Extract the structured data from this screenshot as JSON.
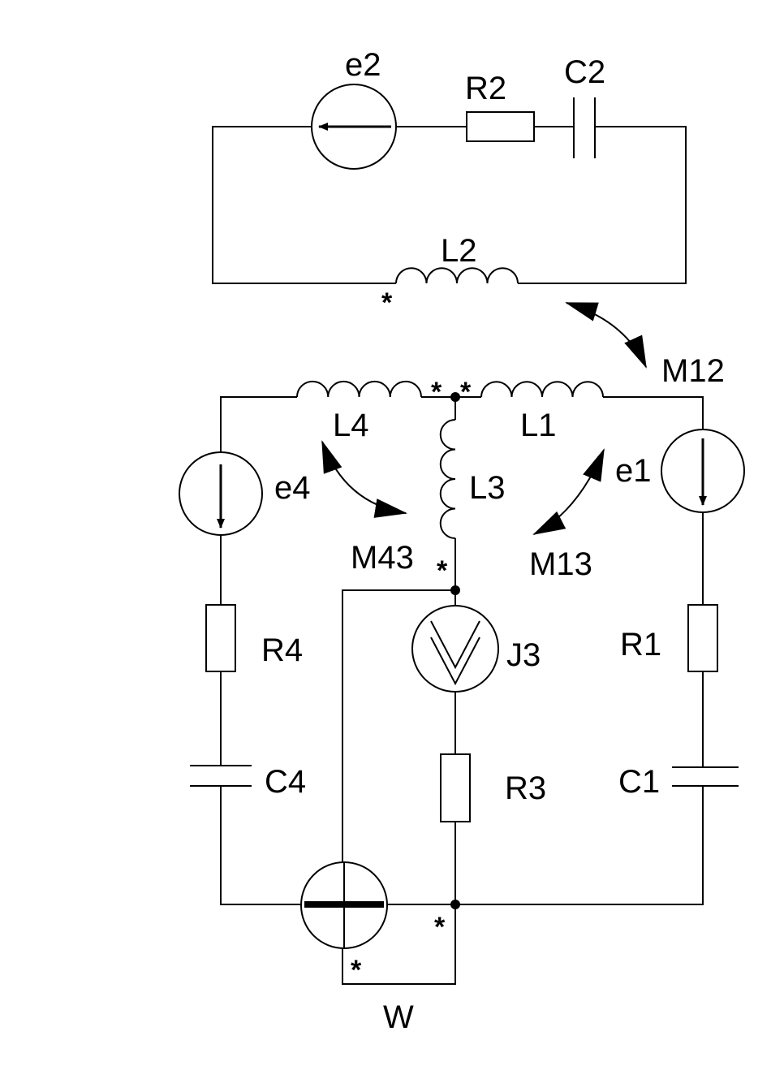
{
  "labels": {
    "e2": "e2",
    "R2": "R2",
    "C2": "C2",
    "L2": "L2",
    "M12": "M12",
    "L4": "L4",
    "L1": "L1",
    "L3": "L3",
    "e4": "e4",
    "e1": "e1",
    "M43": "M43",
    "M13": "M13",
    "R4": "R4",
    "J3": "J3",
    "R1": "R1",
    "C4": "C4",
    "R3": "R3",
    "C1": "C1",
    "W": "W"
  },
  "markers": {
    "dot": "*"
  }
}
